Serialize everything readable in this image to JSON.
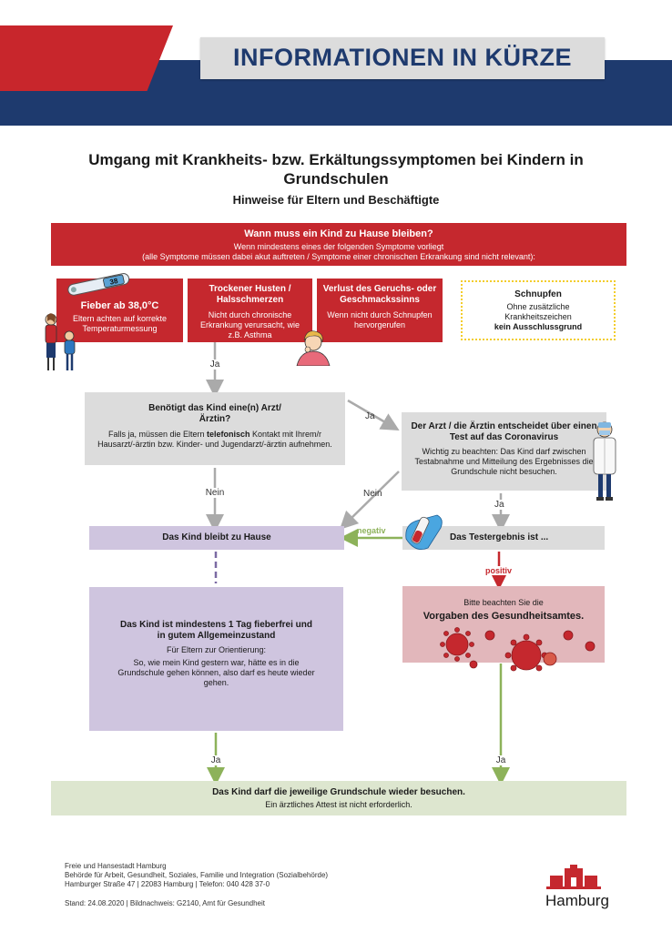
{
  "header": {
    "title": "INFORMATIONEN IN KÜRZE"
  },
  "title": "Umgang mit Krankheits- bzw. Erkältungssymptomen bei Kindern in Grundschulen",
  "subtitle": "Hinweise für Eltern und Beschäftigte",
  "question_box": {
    "title": "Wann muss ein Kind zu Hause bleiben?",
    "line1": "Wenn mindestens eines der folgenden Symptome vorliegt",
    "line2": "(alle Symptome müssen dabei akut auftreten / Symptome einer chronischen Erkrankung sind nicht relevant):"
  },
  "symptoms": [
    {
      "title": "Fieber ab 38,0°C",
      "text": "Eltern achten auf korrekte Temperaturmessung"
    },
    {
      "title": "Trockener Husten / Halsschmerzen",
      "text": "Nicht durch chronische Erkrankung verursacht, wie z.B. Asthma"
    },
    {
      "title": "Verlust des Geruchs- oder Geschmackssinns",
      "text": "Wenn nicht durch Schnupfen hervorgerufen"
    }
  ],
  "thermometer_reading": "38",
  "schnupfen": {
    "title": "Schnupfen",
    "text": "Ohne zusätzliche Krankheitszeichen",
    "bold": "kein Ausschlussgrund"
  },
  "arzt_box": {
    "title": "Benötigt das Kind eine(n) Arzt/Ärztin?",
    "text_before": "Falls ja, müssen die Eltern ",
    "text_bold": "telefonisch",
    "text_after": " Kontakt mit Ihrem/r Hausarzt/-ärztin bzw. Kinder- und Jugendarzt/-ärztin aufnehmen."
  },
  "test_box": {
    "title": "Der Arzt / die Ärztin entscheidet über einen Test auf das Coronavirus",
    "text": "Wichtig zu beachten: Das Kind darf zwischen Testabnahme und Mitteilung des Ergebnisses die Grundschule nicht besuchen."
  },
  "home_box": {
    "title": "Das Kind bleibt zu Hause"
  },
  "result_box": {
    "title": "Das Testergebnis ist ..."
  },
  "fever_box": {
    "title": "Das Kind ist mindestens 1 Tag fieberfrei und in gutem Allgemeinzustand",
    "sub": "Für Eltern zur Orientierung:",
    "text": "So, wie mein Kind gestern war, hätte es in die Grundschule gehen können, also darf es heute wieder gehen."
  },
  "health_box": {
    "line1": "Bitte beachten Sie die",
    "title": "Vorgaben des Gesundheitsamtes."
  },
  "return_box": {
    "title": "Das Kind darf die jeweilige Grundschule wieder besuchen.",
    "text": "Ein ärztliches Attest ist nicht erforderlich."
  },
  "labels": {
    "ja": "Ja",
    "nein": "Nein",
    "negativ": "negativ",
    "positiv": "positiv"
  },
  "footer": {
    "line1": "Freie und Hansestadt Hamburg",
    "line2": "Behörde für Arbeit, Gesundheit, Soziales, Familie und Integration (Sozialbehörde)",
    "line3": "Hamburger Straße 47 | 22083 Hamburg | Telefon: 040 428 37-0",
    "line4": "Stand: 24.08.2020 | Bildnachweis: G2140, Amt für Gesundheit",
    "logo": "Hamburg"
  },
  "colors": {
    "navy": "#1e3a6e",
    "red": "#c5282e",
    "grey": "#dcdcdc",
    "lavender": "#cfc5df",
    "pink": "#e2b7bb",
    "green": "#dde6cf",
    "yellow": "#f3cd2b"
  }
}
